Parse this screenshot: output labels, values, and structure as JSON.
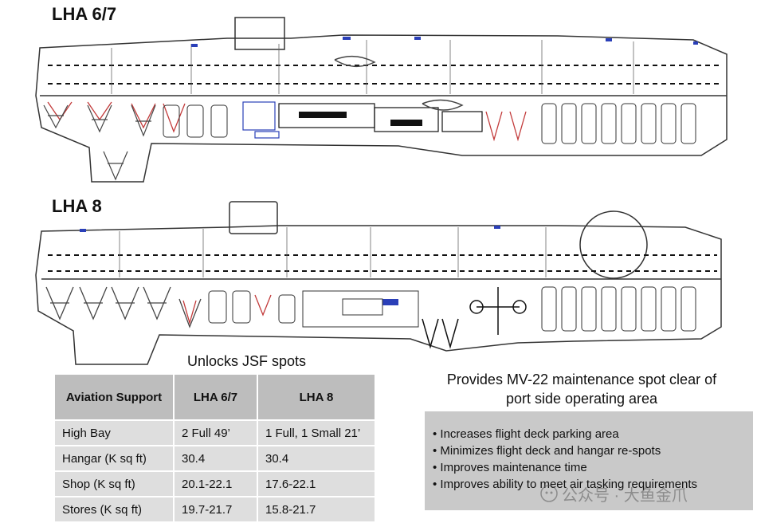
{
  "titles": {
    "top": "LHA 6/7",
    "bottom": "LHA 8"
  },
  "captions": {
    "jsf": "Unlocks JSF spots",
    "mv22_line1": "Provides MV-22 maintenance spot clear of",
    "mv22_line2": "port side operating area"
  },
  "table": {
    "headers": [
      "Aviation Support",
      "LHA 6/7",
      "LHA 8"
    ],
    "rows": [
      [
        "High Bay",
        "2 Full 49’",
        "1 Full, 1 Small 21’"
      ],
      [
        "Hangar (K sq ft)",
        "30.4",
        "30.4"
      ],
      [
        "Shop (K sq ft)",
        "20.1-22.1",
        "17.6-22.1"
      ],
      [
        "Stores (K sq ft)",
        "19.7-21.7",
        "15.8-21.7"
      ]
    ]
  },
  "benefits": [
    "Increases flight deck parking area",
    "Minimizes flight deck and hangar re-spots",
    "Improves maintenance time",
    "Improves ability to meet air tasking requirements"
  ],
  "watermark": "公众号 · 大鱼金爪",
  "colors": {
    "table_header": "#bdbdbd",
    "table_cell": "#dedede",
    "benefit_box": "#c9c9c9",
    "accent_red": "#c23a3a",
    "accent_blue": "#2a3fb8"
  }
}
